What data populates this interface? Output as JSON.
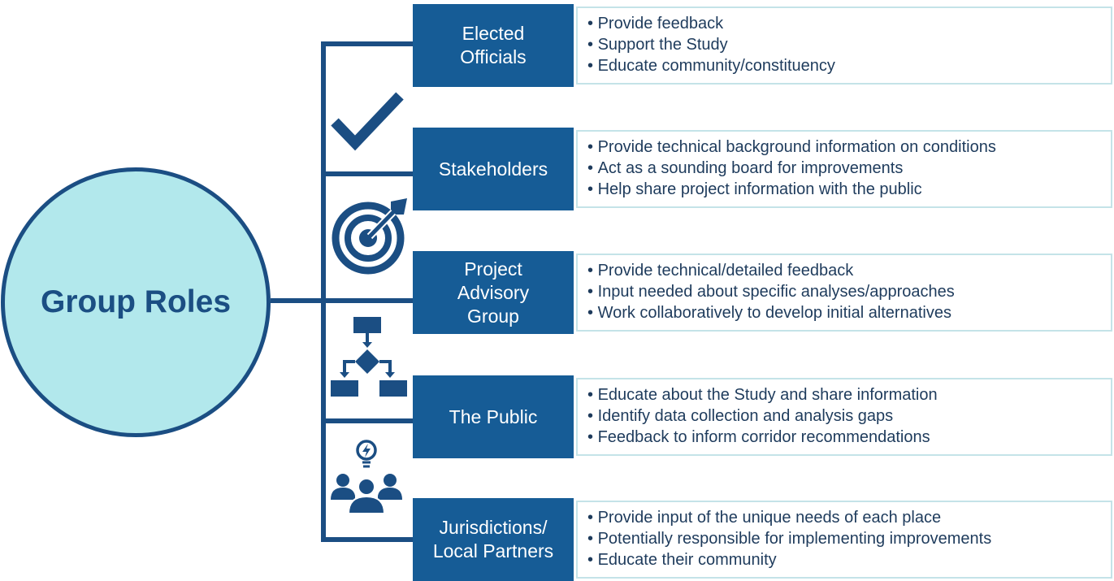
{
  "center": {
    "title": "Group Roles"
  },
  "colors": {
    "navy": "#1b4e83",
    "box_blue": "#165c96",
    "circle_fill": "#b2e8ec",
    "border_light": "#c4e3e8"
  },
  "roles": [
    {
      "name": "Elected\nOfficials",
      "bullets": [
        "Provide feedback",
        "Support the Study",
        "Educate community/constituency"
      ]
    },
    {
      "name": "Stakeholders",
      "bullets": [
        "Provide technical background information on conditions",
        "Act as a sounding board for improvements",
        "Help share project information with the public"
      ]
    },
    {
      "name": "Project\nAdvisory\nGroup",
      "bullets": [
        "Provide technical/detailed  feedback",
        "Input needed about specific analyses/approaches",
        "Work collaboratively to develop initial alternatives"
      ]
    },
    {
      "name": "The Public",
      "bullets": [
        "Educate about the Study and share information",
        "Identify data collection and analysis gaps",
        "Feedback to inform corridor recommendations"
      ]
    },
    {
      "name": "Jurisdictions/\nLocal Partners",
      "bullets": [
        "Provide input of the unique needs of each place",
        "Potentially responsible for implementing improvements",
        "Educate their community"
      ]
    }
  ],
  "icons": [
    "checkmark-icon",
    "target-icon",
    "flowchart-icon",
    "team-idea-icon"
  ]
}
